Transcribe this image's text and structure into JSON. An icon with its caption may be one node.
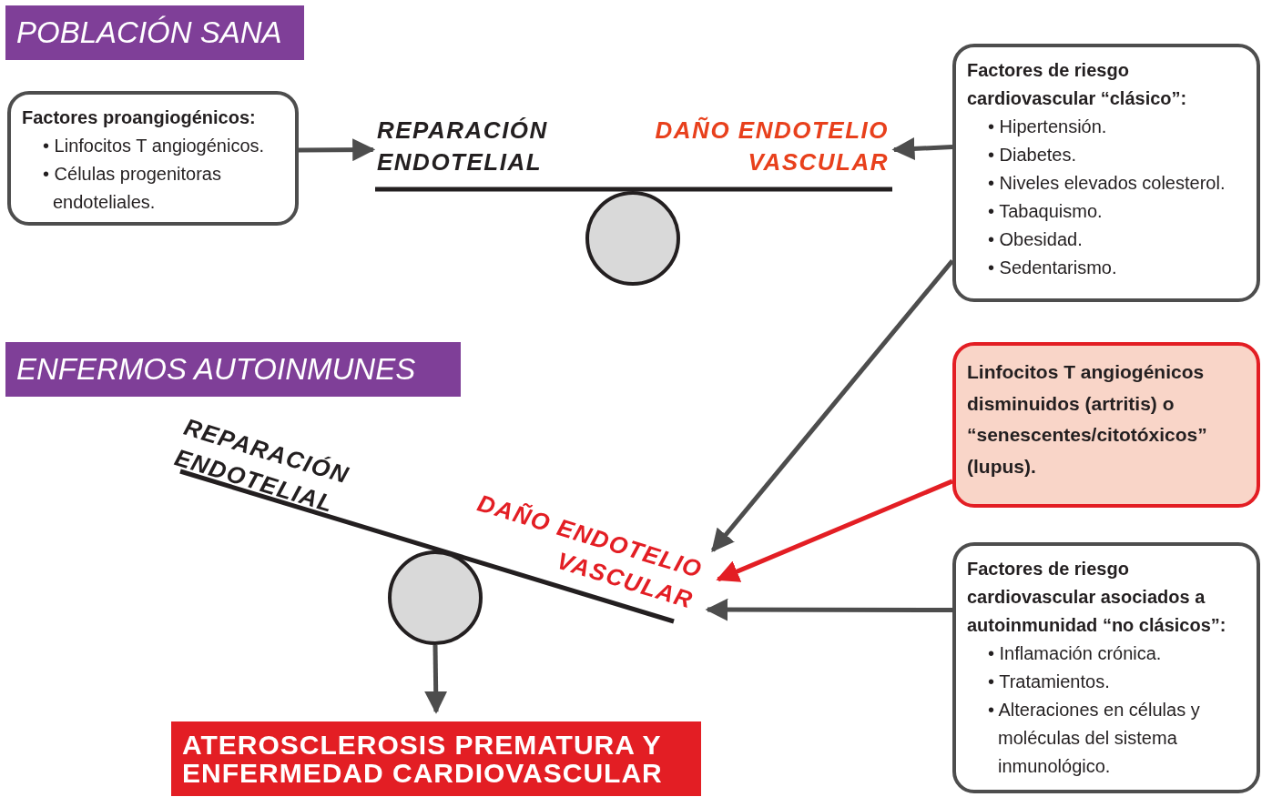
{
  "diagram": {
    "nodes": [
      {
        "text": [
          "POBLACIÓN SANA"
        ]
      },
      {
        "text": [
          "Factores proangiogénicos:",
          "• Linfocitos T angiogénicos.",
          "• Células progenitoras endoteliales."
        ]
      },
      {
        "text": [
          "REPARACIÓN ENDOTELIAL"
        ]
      },
      {
        "text": [
          "DAÑO ENDOTELIO VASCULAR"
        ]
      },
      {
        "text": [
          "Factores de riesgo cardiovascular “clásico”:",
          "• Hipertensión.",
          "• Diabetes.",
          "• Niveles elevados colesterol.",
          "• Tabaquismo.",
          "• Obesidad.",
          "• Sedentarismo."
        ]
      },
      {
        "text": [],
        "shape": "circle"
      },
      {
        "text": [
          "ENFERMOS AUTOINMUNES"
        ]
      },
      {
        "text": [
          "DAÑO ENDOTELIO VASCULAR"
        ]
      },
      {
        "text": [
          "Linfocitos T angiogénicos disminuidos (artritis) o “senescentes/citotóxicos” (lupus)."
        ]
      },
      {
        "text": [
          "Factores de riesgo cardiovascular asociados a autoinmunidad “no clásicos”:",
          "• Inflamación crónica.",
          "• Tratamientos.",
          "• Alteraciones en células y moléculas del sistema inmunológico."
        ]
      },
      {
        "text": [],
        "shape": "circle"
      },
      {
        "text": [
          "ATEROSCLEROSIS PREMATURA Y ENFERMEDAD CARDIOVASCULAR"
        ]
      }
    ],
    "edges": [
      {
        "from": 1,
        "to": 2,
        "arrow": "to"
      },
      {
        "from": 4,
        "to": 3,
        "arrow": "to"
      },
      {
        "from": 4,
        "to": 7,
        "arrow": "to"
      },
      {
        "from": 8,
        "to": 7,
        "arrow": "to",
        "color": "#e31e24"
      },
      {
        "from": 9,
        "to": 7,
        "arrow": "to"
      },
      {
        "from": 10,
        "to": 11,
        "arrow": "to"
      }
    ],
    "labels": [
      "REPARACIÓN ENDOTELIAL"
    ]
  }
}
